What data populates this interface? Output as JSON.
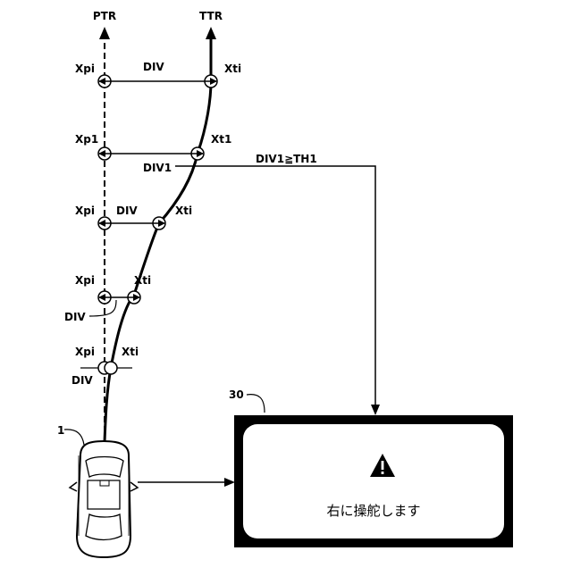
{
  "labels": {
    "ptr": "PTR",
    "ttr": "TTR",
    "xpi": "Xpi",
    "xti": "Xti",
    "xp1": "Xp1",
    "xt1": "Xt1",
    "div": "DIV",
    "div1": "DIV1",
    "condition": "DIV1≧TH1",
    "vehicle_ref": "1",
    "display_ref": "30"
  },
  "display": {
    "message": "右に操舵します",
    "icon": "warning-triangle-icon"
  }
}
